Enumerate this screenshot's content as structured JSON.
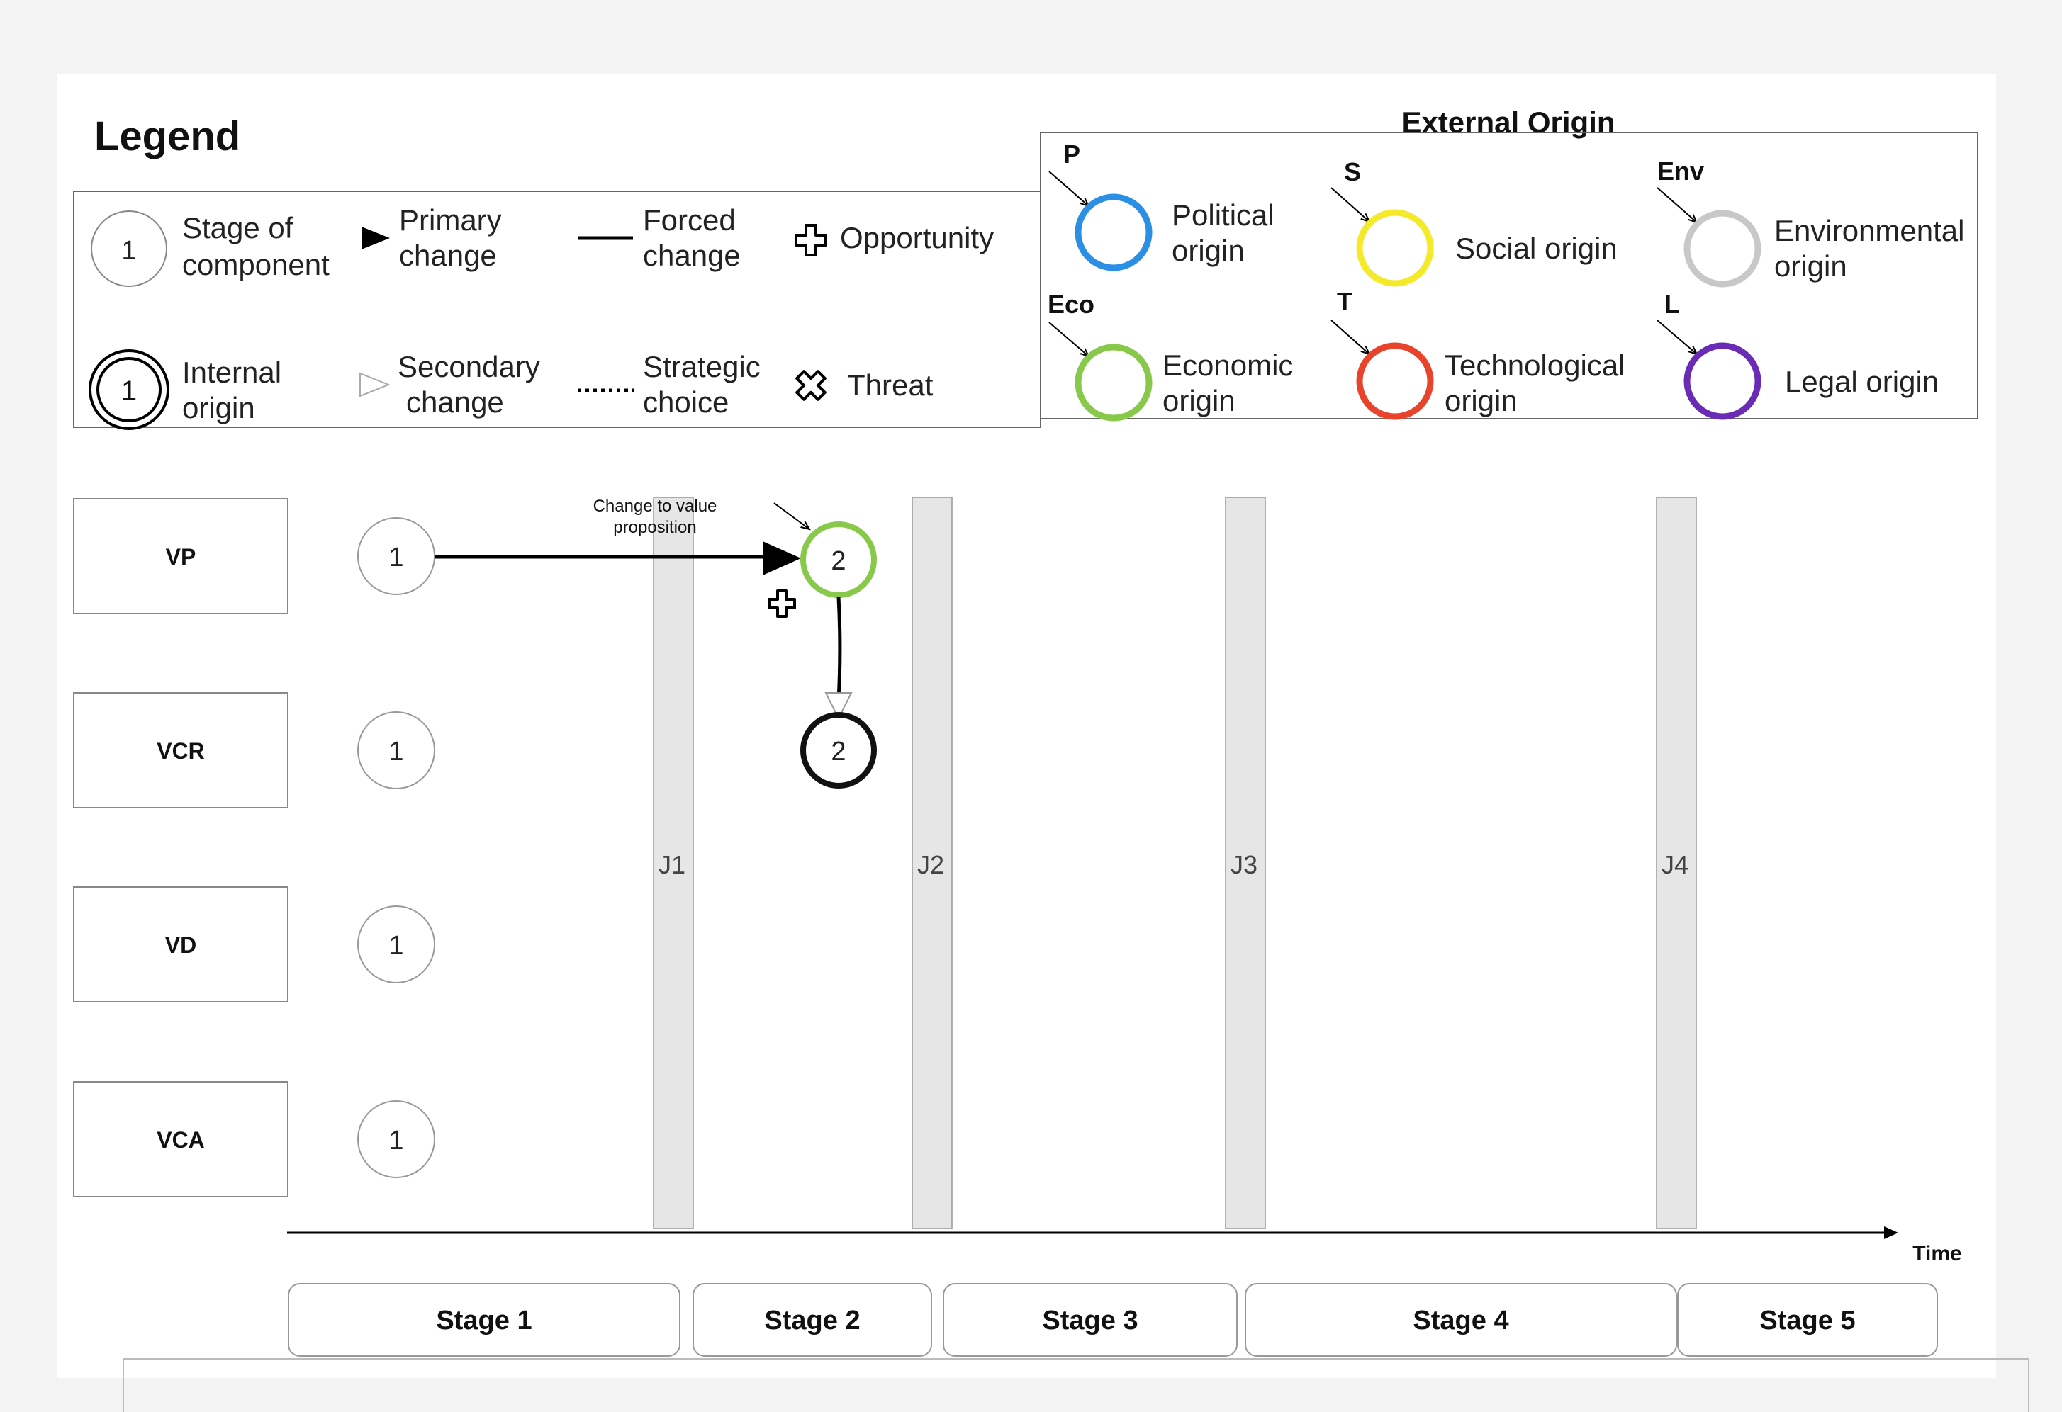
{
  "legend": {
    "title": "Legend",
    "stage_of_component": {
      "number": "1",
      "label_line1": "Stage of",
      "label_line2": "component"
    },
    "internal_origin": {
      "number": "1",
      "label_line1": "Internal",
      "label_line2": "origin"
    },
    "primary_change": {
      "label_line1": "Primary",
      "label_line2": "change"
    },
    "secondary_change": {
      "label_line1": "Secondary",
      "label_line2": "change"
    },
    "forced_change": {
      "label_line1": "Forced",
      "label_line2": "change"
    },
    "strategic_choice": {
      "label_line1": "Strategic",
      "label_line2": "choice"
    },
    "opportunity": {
      "label": "Opportunity"
    },
    "threat": {
      "label": "Threat"
    }
  },
  "external_origin": {
    "title": "External Origin",
    "items": [
      {
        "code": "P",
        "label_line1": "Political",
        "label_line2": "origin",
        "color": "#2b8fe6"
      },
      {
        "code": "S",
        "label_line1": "Social origin",
        "label_line2": "",
        "color": "#f5ea2a"
      },
      {
        "code": "Env",
        "label_line1": "Environmental",
        "label_line2": "origin",
        "color": "#c8c8c8"
      },
      {
        "code": "Eco",
        "label_line1": "Economic",
        "label_line2": "origin",
        "color": "#88c84a"
      },
      {
        "code": "T",
        "label_line1": "Technological",
        "label_line2": "origin",
        "color": "#e8442b"
      },
      {
        "code": "L",
        "label_line1": "Legal origin",
        "label_line2": "",
        "color": "#6a2bb5"
      }
    ]
  },
  "components": [
    {
      "label": "VP",
      "stage": "1"
    },
    {
      "label": "VCR",
      "stage": "1"
    },
    {
      "label": "VD",
      "stage": "1"
    },
    {
      "label": "VCA",
      "stage": "1"
    }
  ],
  "junctures": [
    "J1",
    "J2",
    "J3",
    "J4"
  ],
  "vp_stage2": {
    "number": "2",
    "annotation_line1": "Change to value",
    "annotation_line2": "proposition",
    "origin_color": "#88c84a"
  },
  "vcr_stage2": {
    "number": "2"
  },
  "time_label": "Time",
  "stages": [
    "Stage 1",
    "Stage 2",
    "Stage 3",
    "Stage 4",
    "Stage 5"
  ]
}
